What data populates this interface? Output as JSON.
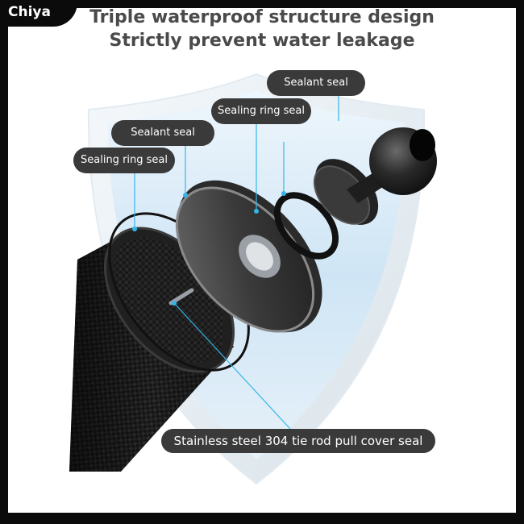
{
  "brand": {
    "name": "Chiya"
  },
  "headline": {
    "line1": "Triple waterproof structure design",
    "line2": "Strictly prevent water leakage"
  },
  "callouts": {
    "sealant_seal_top": "Sealant seal",
    "sealing_ring_seal_mid": "Sealing ring seal",
    "sealant_seal_mid": "Sealant seal",
    "sealing_ring_seal_left": "Sealing ring seal",
    "tie_rod_seal": "Stainless steel 304 tie rod pull cover seal"
  },
  "colors": {
    "frame": "#0b0b0b",
    "pill": "#3a3a3a",
    "leader_line": "#35b6e8",
    "shield_blue": "#cfe5f5",
    "carbon_fiber": "#1b1b1b",
    "headline_text": "#4a4a4a"
  }
}
